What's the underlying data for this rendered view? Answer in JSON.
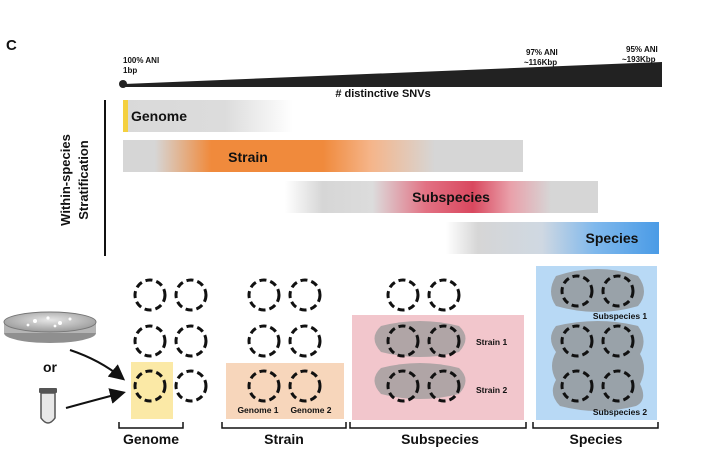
{
  "panel_letter": "C",
  "ani_scale": {
    "start": {
      "ani": "100% ANI",
      "size": "1bp"
    },
    "mid": {
      "ani": "97% ANI",
      "size": "~116Kbp"
    },
    "end": {
      "ani": "95% ANI",
      "size": "~193Kbp"
    },
    "axis_label": "# distinctive SNVs"
  },
  "stratification_label": {
    "line1": "Within-species",
    "line2": "Stratification"
  },
  "bars": [
    {
      "label": "Genome",
      "color": "#f4d03f"
    },
    {
      "label": "Strain",
      "color": "#f08a3c"
    },
    {
      "label": "Subspecies",
      "color": "#d9485f"
    },
    {
      "label": "Species",
      "color": "#4a9be6"
    }
  ],
  "or_label": "or",
  "groups": {
    "genome": {
      "label": "Genome",
      "fill": "#fbe9a6"
    },
    "strain": {
      "label": "Strain",
      "fill": "#f7d6bb",
      "sub1": "Genome 1",
      "sub2": "Genome 2"
    },
    "subspecies": {
      "label": "Subspecies",
      "fill": "#f2c6cc",
      "sub1": "Strain 1",
      "sub2": "Strain 2"
    },
    "species": {
      "label": "Species",
      "fill": "#b8d9f5",
      "sub1": "Subspecies 1",
      "sub2": "Subspecies 2"
    }
  }
}
